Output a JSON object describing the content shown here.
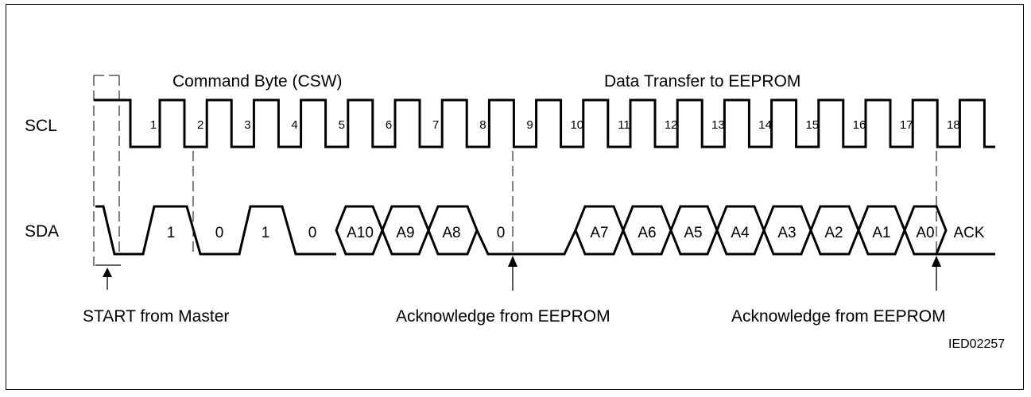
{
  "signals": {
    "scl": "SCL",
    "sda": "SDA"
  },
  "sections": {
    "command_byte": "Command Byte (CSW)",
    "data_transfer": "Data Transfer to EEPROM"
  },
  "clock_numbers": [
    "1",
    "2",
    "3",
    "4",
    "5",
    "6",
    "7",
    "8",
    "9",
    "10",
    "11",
    "12",
    "13",
    "14",
    "15",
    "16",
    "17",
    "18"
  ],
  "sda_bits": [
    "1",
    "0",
    "1",
    "0",
    "A10",
    "A9",
    "A8",
    "0",
    "A7",
    "A6",
    "A5",
    "A4",
    "A3",
    "A2",
    "A1",
    "A0",
    "ACK"
  ],
  "annotations": {
    "start": "START from Master",
    "ack_1": "Acknowledge from EEPROM",
    "ack_2": "Acknowledge from EEPROM"
  },
  "figure_code": "IED02257"
}
